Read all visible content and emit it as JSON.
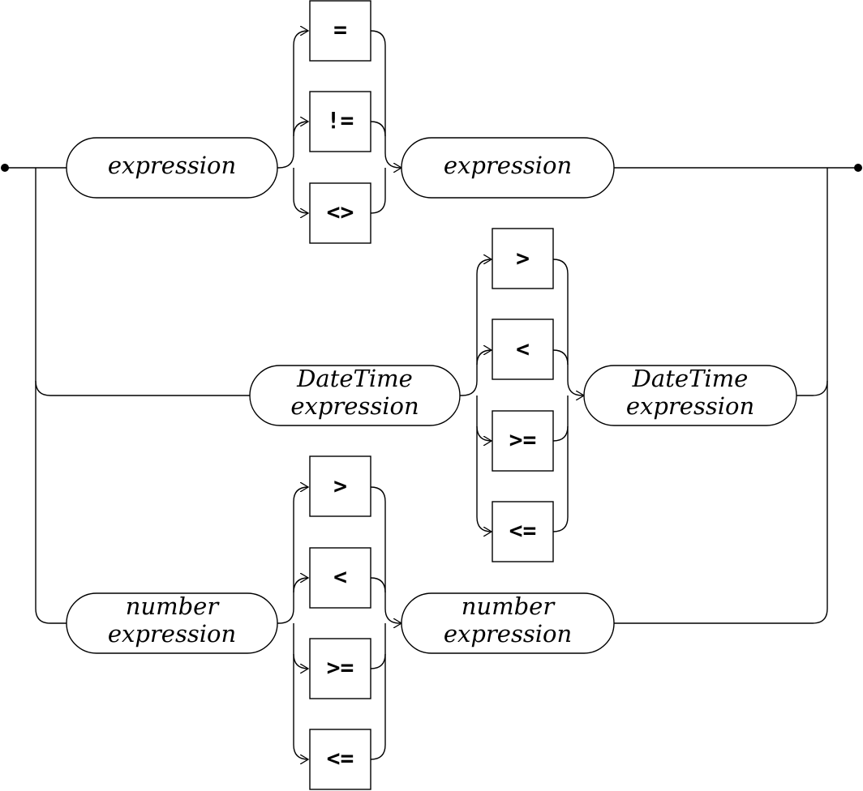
{
  "diagram": {
    "type": "railroad syntax diagram",
    "rows": [
      {
        "left_nonterminal": [
          "expression"
        ],
        "operators": [
          "=",
          "!=",
          "<>"
        ],
        "right_nonterminal": [
          "expression"
        ]
      },
      {
        "left_nonterminal": [
          "DateTime",
          "expression"
        ],
        "operators": [
          ">",
          "<",
          ">=",
          "<="
        ],
        "right_nonterminal": [
          "DateTime",
          "expression"
        ]
      },
      {
        "left_nonterminal": [
          "number",
          "expression"
        ],
        "operators": [
          ">",
          "<",
          ">=",
          "<="
        ],
        "right_nonterminal": [
          "number",
          "expression"
        ]
      }
    ]
  }
}
